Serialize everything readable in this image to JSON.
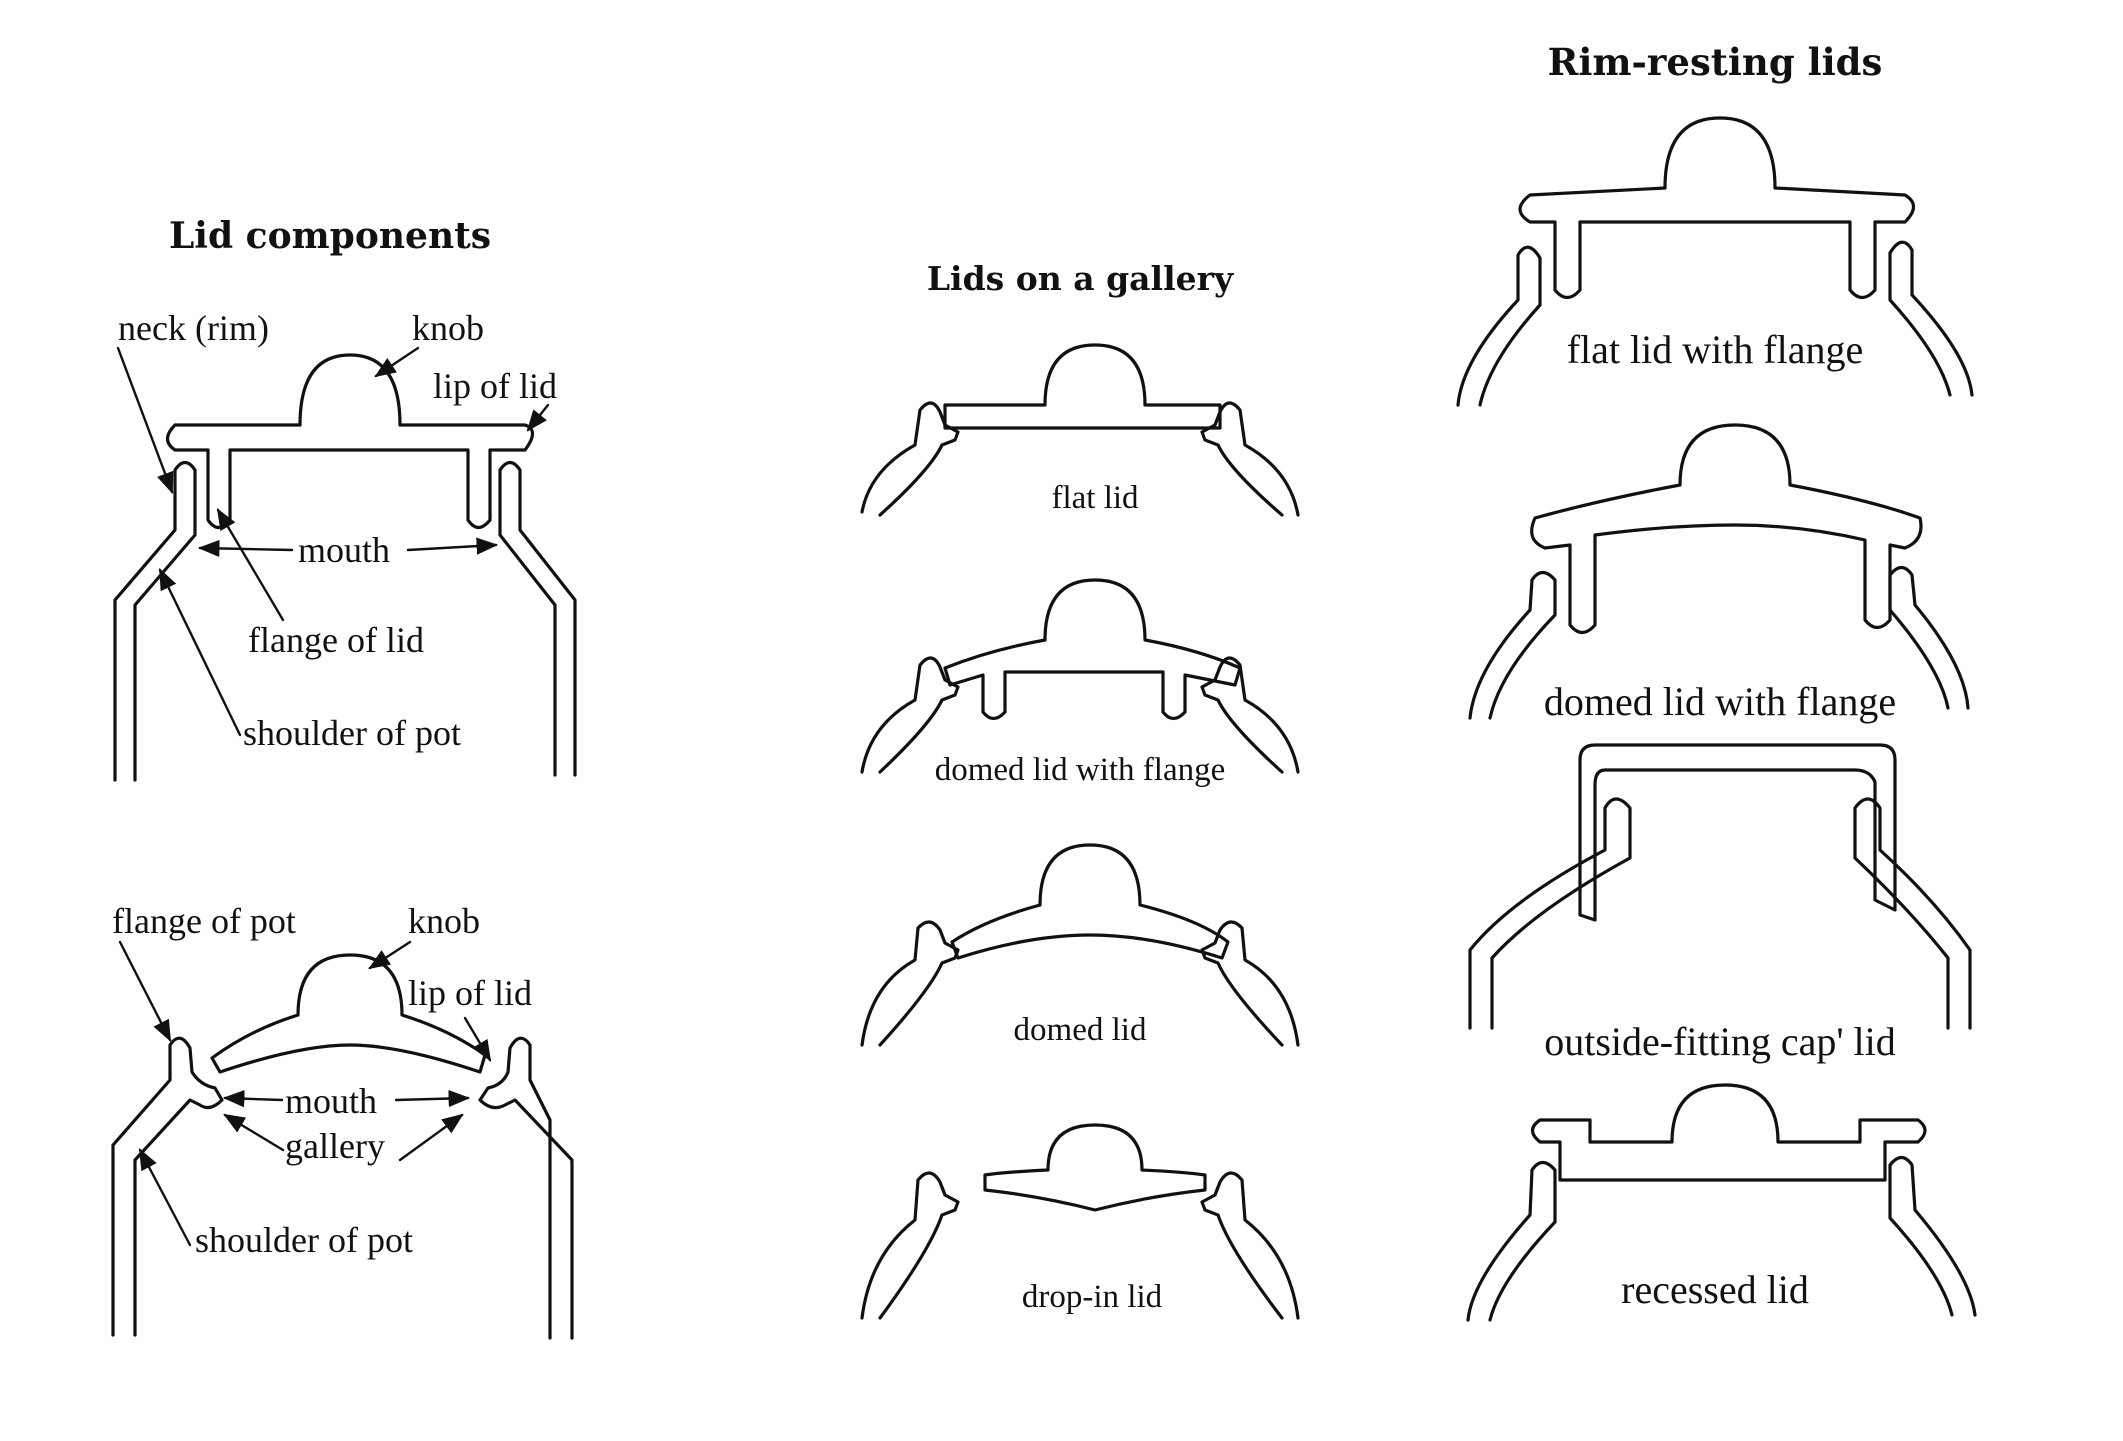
{
  "headings": {
    "lid_components": "Lid components",
    "lids_on_gallery": "Lids on a gallery",
    "rim_resting": "Rim-resting lids"
  },
  "components_top": {
    "neck_rim": "neck (rim)",
    "knob": "knob",
    "lip_of_lid": "lip of lid",
    "mouth": "mouth",
    "flange_of_lid": "flange of lid",
    "shoulder_of_pot": "shoulder of pot"
  },
  "components_bottom": {
    "flange_of_pot": "flange of pot",
    "knob": "knob",
    "lip_of_lid": "lip of lid",
    "mouth": "mouth",
    "gallery": "gallery",
    "shoulder_of_pot": "shoulder of pot"
  },
  "gallery_lids": [
    "flat lid",
    "domed lid with flange",
    "domed lid",
    "drop-in lid"
  ],
  "rim_lids": [
    "flat lid with flange",
    "domed lid with flange",
    "outside-fitting  cap' lid",
    "recessed lid"
  ]
}
